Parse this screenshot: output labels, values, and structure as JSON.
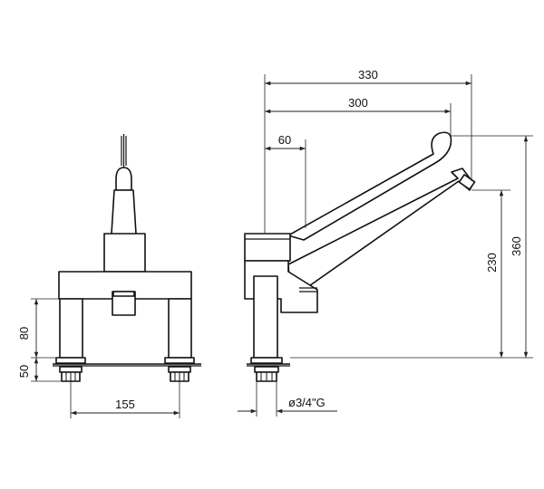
{
  "dimensions": {
    "overall_width": "330",
    "spout_reach": "300",
    "lever_offset": "60",
    "outlet_height": "230",
    "overall_height": "360",
    "deck_height": "80",
    "shank_length": "50",
    "centers": "155",
    "thread": "ø3/4\"G"
  },
  "colors": {
    "line": "#111111",
    "background": "#ffffff"
  }
}
